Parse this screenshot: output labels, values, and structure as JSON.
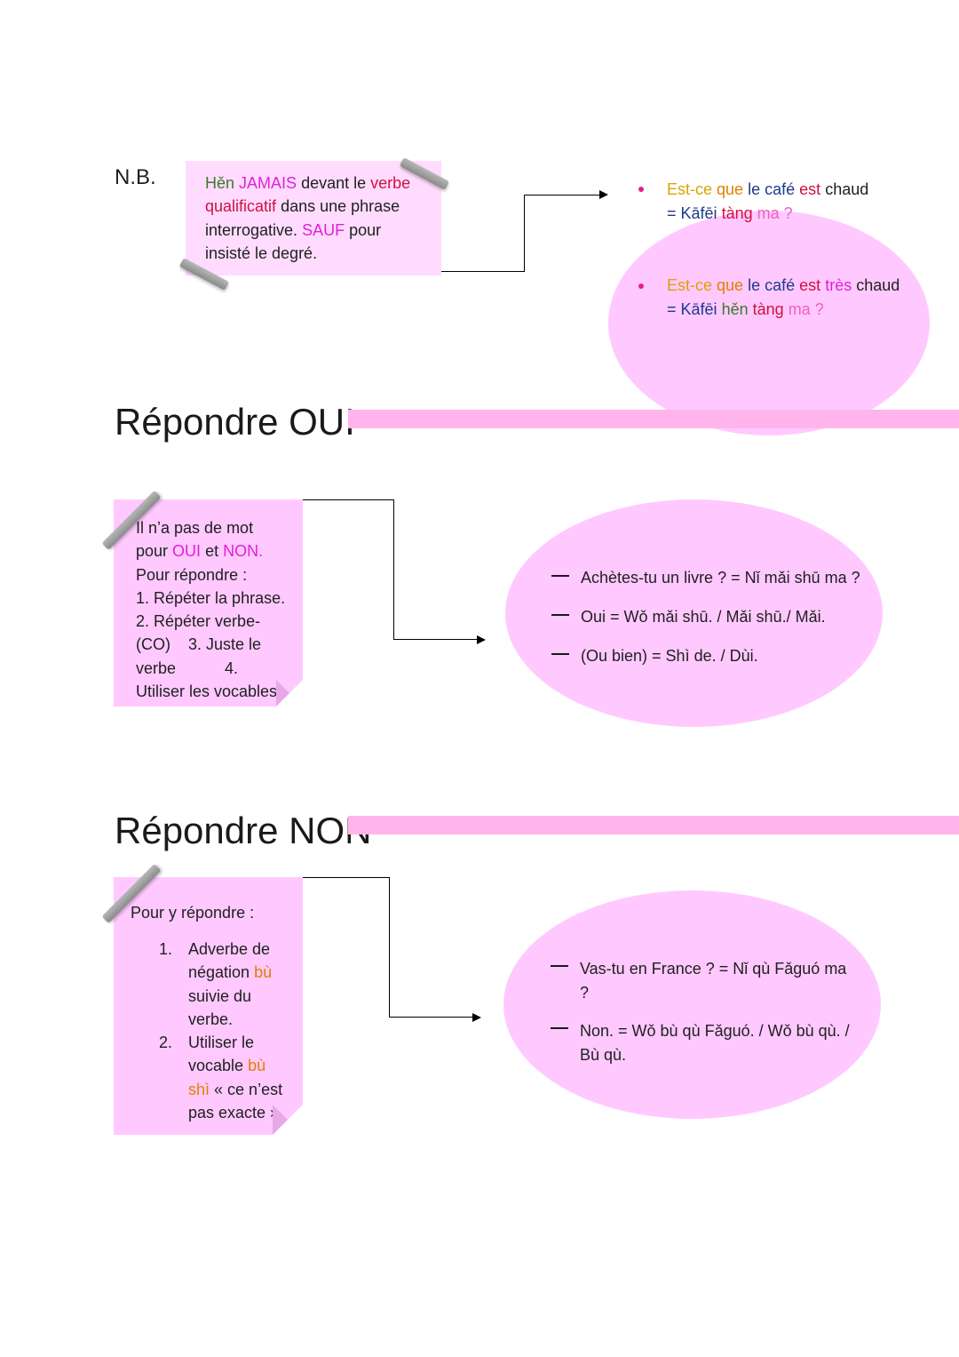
{
  "nb": {
    "label": "N.B.",
    "note": {
      "w1": "Hěn",
      "w2": "JAMAIS",
      "w3": "devant le",
      "w4": "verbe",
      "w5": "qualificatif",
      "w6": "dans une phrase",
      "w7": "interrogative.",
      "w8": "SAUF",
      "w9": "pour",
      "w10": "insisté le degré."
    },
    "examples": [
      {
        "p1": "Est-ce",
        "p2": "que",
        "p3": "le",
        "p4": "café",
        "p5": "est",
        "p6": "chaud",
        "p7": "= Kāfēi",
        "p8": "tàng",
        "p9": "ma ?"
      },
      {
        "p1": "Est-ce",
        "p2": "que",
        "p3": "le",
        "p4": "café",
        "p5": "est",
        "p6": "très",
        "p7": "chaud",
        "p8": "= Kāfēi",
        "p9": "hěn",
        "p10": "tàng",
        "p11": "ma ?"
      }
    ]
  },
  "oui": {
    "title": "Répondre OUI",
    "note": {
      "l1": "Il n’a pas de mot",
      "l2a": "pour",
      "l2b": "OUI",
      "l2c": "et",
      "l2d": "NON.",
      "l3": "Pour répondre :",
      "l4": "1. Répéter la phrase.",
      "l5": "2. Répéter verbe-",
      "l6": "(CO)    3. Juste le",
      "l7": "verbe           4.",
      "l8": "Utiliser les vocables"
    },
    "answers": [
      "Achètes-tu un livre ? = Nǐ mǎi shū ma ?",
      "Oui = Wǒ mǎi shū. / Mǎi shū./ Mǎi.",
      "(Ou bien) = Shì de. / Dùi."
    ]
  },
  "non": {
    "title": "Répondre NON",
    "note": {
      "intro": "Pour y répondre :",
      "n1": "1.",
      "i1a": "Adverbe de",
      "i1b": "négation",
      "i1c": "bù",
      "i1d": "suivie du",
      "i1e": "verbe.",
      "n2": "2.",
      "i2a": "Utiliser le",
      "i2b": "vocable",
      "i2c": "bù",
      "i2d": "shì",
      "i2e": "« ce n’est",
      "i2f": "pas exacte »"
    },
    "answers": [
      "Vas-tu en France ? = Nǐ qù Fǎguó ma ?",
      "Non. = Wǒ bù qù Fǎguó. / Wǒ bù qù. / Bù qù."
    ]
  }
}
